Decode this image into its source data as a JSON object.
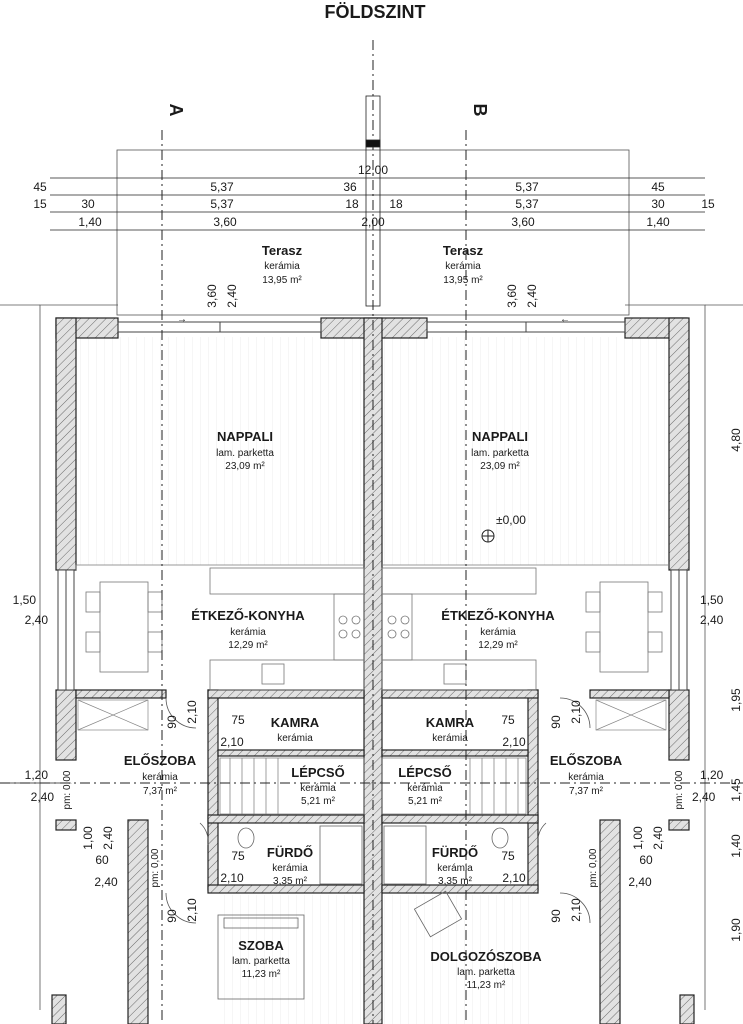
{
  "title": "FÖLDSZINT",
  "axes": {
    "a": "A",
    "b": "B"
  },
  "dimensions": {
    "total": "12,00",
    "row1": [
      "45",
      "5,37",
      "36",
      "5,37",
      "45"
    ],
    "row2": [
      "15",
      "30",
      "5,37",
      "18",
      "18",
      "5,37",
      "30",
      "15"
    ],
    "row3": [
      "1,40",
      "3,60",
      "2,00",
      "3,60",
      "1,40"
    ],
    "terrace_door": [
      "3,60",
      "2,40"
    ],
    "height_right": [
      "4,80",
      "1,95",
      "1,45",
      "1,40",
      "1,90"
    ],
    "window_left": [
      "1,50",
      "2,40"
    ],
    "window_right": [
      "1,50",
      "2,40"
    ],
    "door_90": "90",
    "door_210": "2,10",
    "door_75": "75",
    "entry_left": [
      "1,20",
      "2,40"
    ],
    "entry_right": [
      "1,20",
      "2,40"
    ],
    "pm": "pm: 0,00",
    "win_small_left": [
      "1,00",
      "2,40",
      "60",
      "2,40"
    ],
    "win_small_right": [
      "1,00",
      "2,40",
      "60",
      "2,40"
    ]
  },
  "level_mark": "±0,00",
  "rooms": {
    "terasz_l": {
      "name": "Terasz",
      "floor": "kerámia",
      "area": "13,95 m²"
    },
    "terasz_r": {
      "name": "Terasz",
      "floor": "kerámia",
      "area": "13,95 m²"
    },
    "nappali_l": {
      "name": "NAPPALI",
      "floor": "lam. parketta",
      "area": "23,09 m²"
    },
    "nappali_r": {
      "name": "NAPPALI",
      "floor": "lam. parketta",
      "area": "23,09 m²"
    },
    "konyha_l": {
      "name": "ÉTKEZŐ-KONYHA",
      "floor": "kerámia",
      "area": "12,29 m²"
    },
    "konyha_r": {
      "name": "ÉTKEZŐ-KONYHA",
      "floor": "kerámia",
      "area": "12,29 m²"
    },
    "kamra_l": {
      "name": "KAMRA",
      "floor": "kerámia"
    },
    "kamra_r": {
      "name": "KAMRA",
      "floor": "kerámia"
    },
    "eloszoba_l": {
      "name": "ELŐSZOBA",
      "floor": "kerámia",
      "area": "7,37 m²"
    },
    "eloszoba_r": {
      "name": "ELŐSZOBA",
      "floor": "kerámia",
      "area": "7,37 m²"
    },
    "lepcso_l": {
      "name": "LÉPCSŐ",
      "floor": "kerámia",
      "area": "5,21 m²"
    },
    "lepcso_r": {
      "name": "LÉPCSŐ",
      "floor": "kerámia",
      "area": "5,21 m²"
    },
    "furdo_l": {
      "name": "FÜRDŐ",
      "floor": "kerámia",
      "area": "3,35 m²"
    },
    "furdo_r": {
      "name": "FÜRDŐ",
      "floor": "kerámia",
      "area": "3,35 m²"
    },
    "szoba": {
      "name": "SZOBA",
      "floor": "lam. parketta",
      "area": "11,23 m²"
    },
    "dolgozo": {
      "name": "DOLGOZÓSZOBA",
      "floor": "lam. parketta",
      "area": "11,23 m²"
    }
  },
  "colors": {
    "wall_fill": "#d4d4d4",
    "line": "#222222"
  }
}
